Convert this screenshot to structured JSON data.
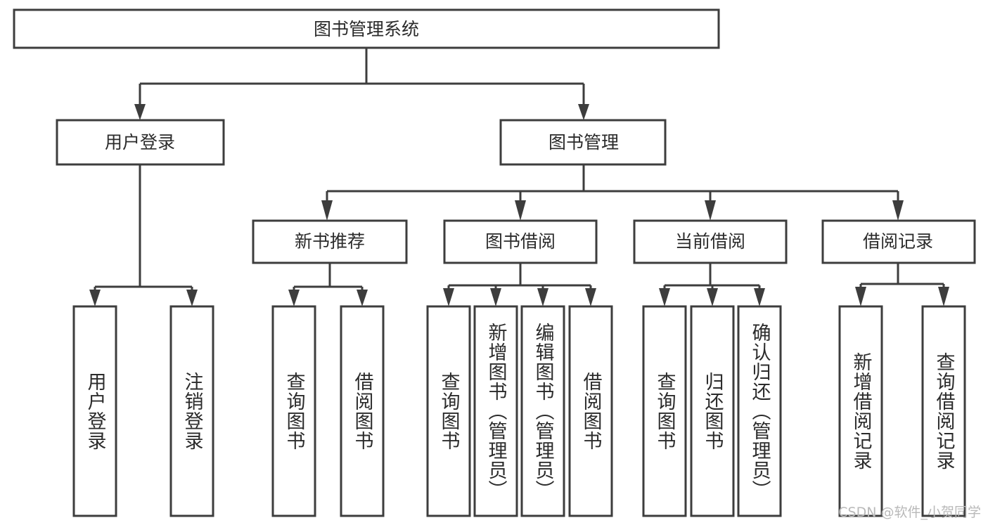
{
  "diagram": {
    "title": "图书管理系统",
    "type": "tree",
    "root": {
      "label": "图书管理系统"
    },
    "level2": [
      {
        "label": "用户登录"
      },
      {
        "label": "图书管理"
      }
    ],
    "level3": [
      {
        "label": "新书推荐"
      },
      {
        "label": "图书借阅"
      },
      {
        "label": "当前借阅"
      },
      {
        "label": "借阅记录"
      }
    ],
    "leaves": {
      "user_login": [
        "用户登录",
        "注销登录"
      ],
      "new_book": [
        "查询图书",
        "借阅图书"
      ],
      "book_borrow": [
        "查询图书",
        "新增图书（管理员）",
        "编辑图书（管理员）",
        "借阅图书"
      ],
      "current_borrow": [
        "查询图书",
        "归还图书",
        "确认归还（管理员）"
      ],
      "borrow_record": [
        "新增借阅记录",
        "查询借阅记录"
      ]
    },
    "colors": {
      "stroke": "#3d3d3d",
      "fill": "#ffffff",
      "text": "#2b2b2b",
      "watermark": "#b9b9b9"
    }
  },
  "watermark": {
    "text": "CSDN @软件_小贺同学"
  }
}
